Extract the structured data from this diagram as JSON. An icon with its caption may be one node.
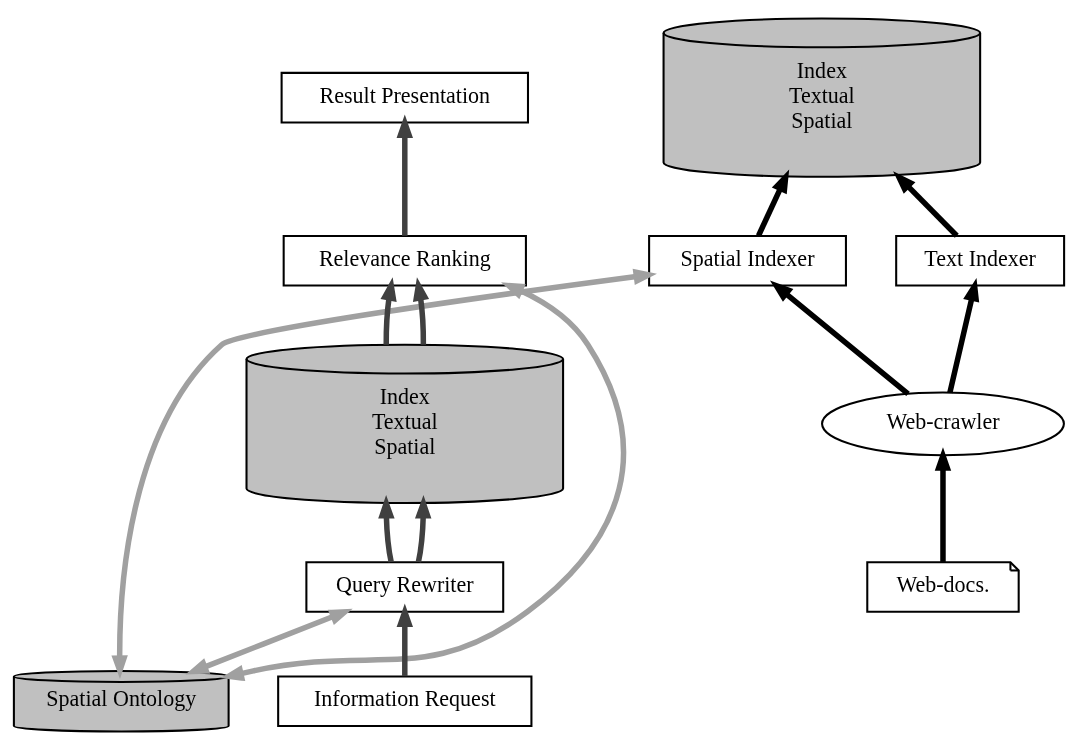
{
  "diagram": {
    "nodes": [
      {
        "text": [
          "Index",
          "Textual",
          "Spatial"
        ]
      },
      {
        "text": [
          "Text Indexer"
        ]
      },
      {
        "text": [
          "Spatial Indexer"
        ]
      },
      {
        "text": [
          "Web-crawler"
        ]
      },
      {
        "text": [
          "Web-docs."
        ]
      },
      {
        "text": [
          "Spatial Ontology"
        ]
      },
      {
        "text": [
          "Information Request"
        ]
      },
      {
        "text": [
          "Result Presentation"
        ]
      },
      {
        "text": [
          "Query Rewriter"
        ]
      },
      {
        "text": [
          "Relevance Ranking"
        ]
      },
      {
        "text": [
          "Index",
          "Textual",
          "Spatial"
        ]
      }
    ],
    "edges": [
      {
        "from": 1,
        "to": 0,
        "arrow": "to"
      },
      {
        "from": 2,
        "to": 0,
        "arrow": "to"
      },
      {
        "from": 3,
        "to": 1,
        "arrow": "to"
      },
      {
        "from": 3,
        "to": 2,
        "arrow": "to"
      },
      {
        "from": 4,
        "to": 3,
        "arrow": "to"
      },
      {
        "from": 2,
        "to": 5,
        "arrow": "both",
        "color": "#a0a0a0"
      },
      {
        "from": 5,
        "to": 8,
        "arrow": "both",
        "color": "#a0a0a0"
      },
      {
        "from": 5,
        "to": 9,
        "arrow": "both",
        "color": "#a0a0a0"
      },
      {
        "from": 6,
        "to": 8,
        "arrow": "to",
        "color": "#404040"
      },
      {
        "from": 9,
        "to": 7,
        "arrow": "to",
        "color": "#404040"
      },
      {
        "from": 8,
        "to": 10,
        "arrow": "to",
        "color": "#404040"
      },
      {
        "from": 8,
        "to": 10,
        "arrow": "to",
        "color": "#404040"
      },
      {
        "from": 10,
        "to": 9,
        "arrow": "to",
        "color": "#404040"
      },
      {
        "from": 10,
        "to": 9,
        "arrow": "to",
        "color": "#404040"
      }
    ]
  }
}
